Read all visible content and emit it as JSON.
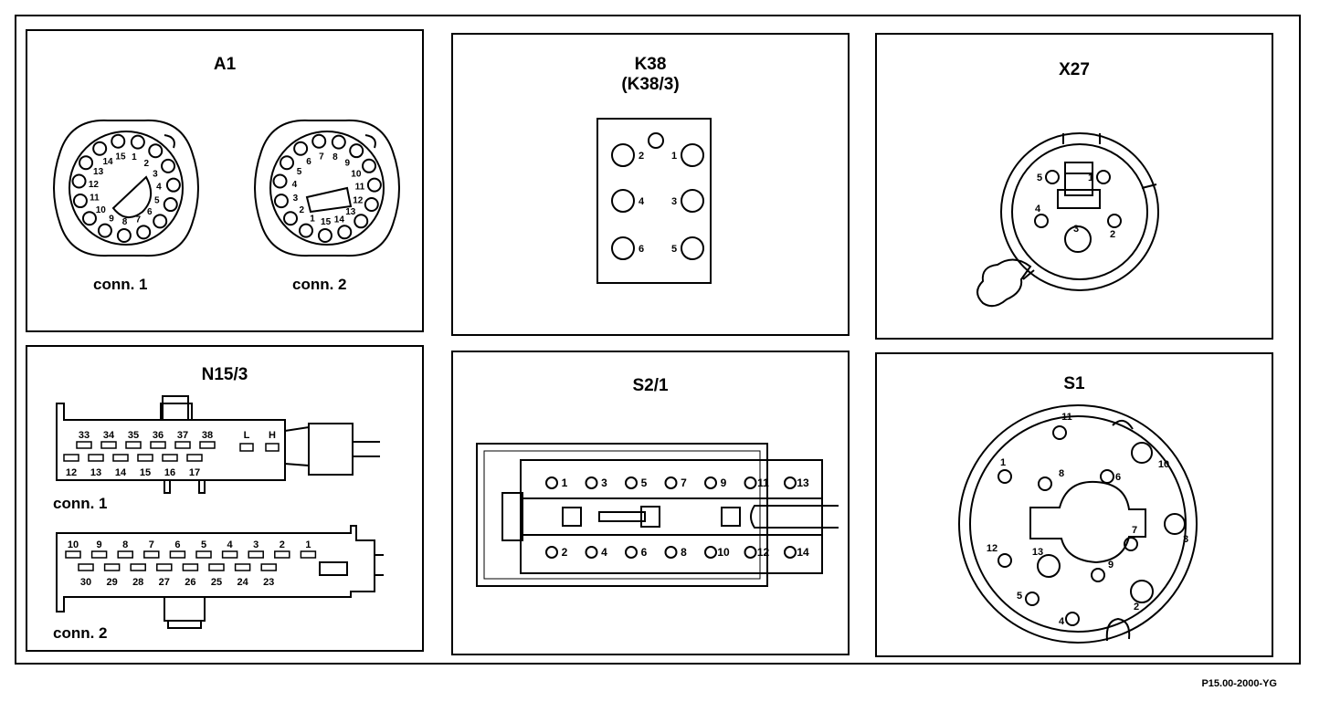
{
  "footer": "P15.00-2000-YG",
  "panels": {
    "a1": {
      "title": "A1",
      "conn1": {
        "label": "conn. 1",
        "pins": [
          "1",
          "2",
          "3",
          "4",
          "5",
          "6",
          "7",
          "8",
          "9",
          "10",
          "11",
          "12",
          "13",
          "14",
          "15"
        ]
      },
      "conn2": {
        "label": "conn. 2",
        "pins": [
          "1",
          "2",
          "3",
          "4",
          "5",
          "6",
          "7",
          "8",
          "9",
          "10",
          "11",
          "12",
          "13",
          "14",
          "15"
        ]
      }
    },
    "k38": {
      "title": "K38",
      "subtitle": "(K38/3)",
      "pins": [
        "1",
        "2",
        "3",
        "4",
        "5",
        "6"
      ]
    },
    "x27": {
      "title": "X27",
      "pins": [
        "1",
        "2",
        "3",
        "4",
        "5"
      ]
    },
    "n15": {
      "title": "N15/3",
      "conn1": {
        "label": "conn. 1",
        "top_pins": [
          "33",
          "34",
          "35",
          "36",
          "37",
          "38"
        ],
        "bottom_pins": [
          "12",
          "13",
          "14",
          "15",
          "16",
          "17"
        ],
        "side_pins": [
          "L",
          "H"
        ]
      },
      "conn2": {
        "label": "conn. 2",
        "top_pins": [
          "10",
          "9",
          "8",
          "7",
          "6",
          "5",
          "4",
          "3",
          "2",
          "1"
        ],
        "bottom_pins": [
          "30",
          "29",
          "28",
          "27",
          "26",
          "25",
          "24",
          "23"
        ]
      }
    },
    "s21": {
      "title": "S2/1",
      "top_pins": [
        "1",
        "3",
        "5",
        "7",
        "9",
        "11",
        "13"
      ],
      "bottom_pins": [
        "2",
        "4",
        "6",
        "8",
        "10",
        "12",
        "14"
      ]
    },
    "s1": {
      "title": "S1",
      "pins": [
        "1",
        "2",
        "3",
        "4",
        "5",
        "6",
        "7",
        "8",
        "9",
        "10",
        "11",
        "12",
        "13"
      ]
    }
  }
}
